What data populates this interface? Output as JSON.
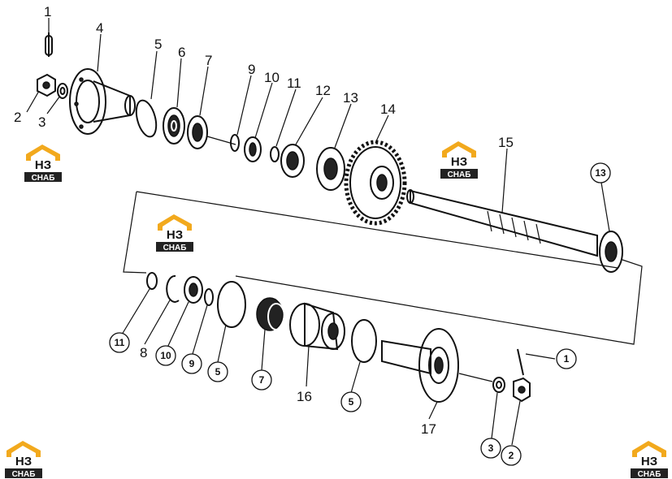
{
  "logo": {
    "mark": "НЗ",
    "text": "СНАБ"
  },
  "logos": [
    {
      "id": "logo-top-left"
    },
    {
      "id": "logo-top-center"
    },
    {
      "id": "logo-middle"
    },
    {
      "id": "logo-bottom-left"
    },
    {
      "id": "logo-bottom-right"
    }
  ],
  "labels": [
    {
      "id": "l1",
      "text": "1"
    },
    {
      "id": "l2",
      "text": "2"
    },
    {
      "id": "l3",
      "text": "3"
    },
    {
      "id": "l4",
      "text": "4"
    },
    {
      "id": "l5",
      "text": "5"
    },
    {
      "id": "l6",
      "text": "6"
    },
    {
      "id": "l7",
      "text": "7"
    },
    {
      "id": "l9",
      "text": "9"
    },
    {
      "id": "l10",
      "text": "10"
    },
    {
      "id": "l11",
      "text": "11"
    },
    {
      "id": "l12",
      "text": "12"
    },
    {
      "id": "l13",
      "text": "13"
    },
    {
      "id": "l14",
      "text": "14"
    },
    {
      "id": "l15",
      "text": "15"
    },
    {
      "id": "l8",
      "text": "8"
    },
    {
      "id": "l16",
      "text": "16"
    },
    {
      "id": "l17",
      "text": "17"
    }
  ],
  "circled_labels": [
    {
      "id": "c13",
      "text": "13"
    },
    {
      "id": "c11",
      "text": "11"
    },
    {
      "id": "c10",
      "text": "10"
    },
    {
      "id": "c9",
      "text": "9"
    },
    {
      "id": "c5a",
      "text": "5"
    },
    {
      "id": "c7",
      "text": "7"
    },
    {
      "id": "c5b",
      "text": "5"
    },
    {
      "id": "c1",
      "text": "1"
    },
    {
      "id": "c3",
      "text": "3"
    },
    {
      "id": "c2",
      "text": "2"
    }
  ]
}
